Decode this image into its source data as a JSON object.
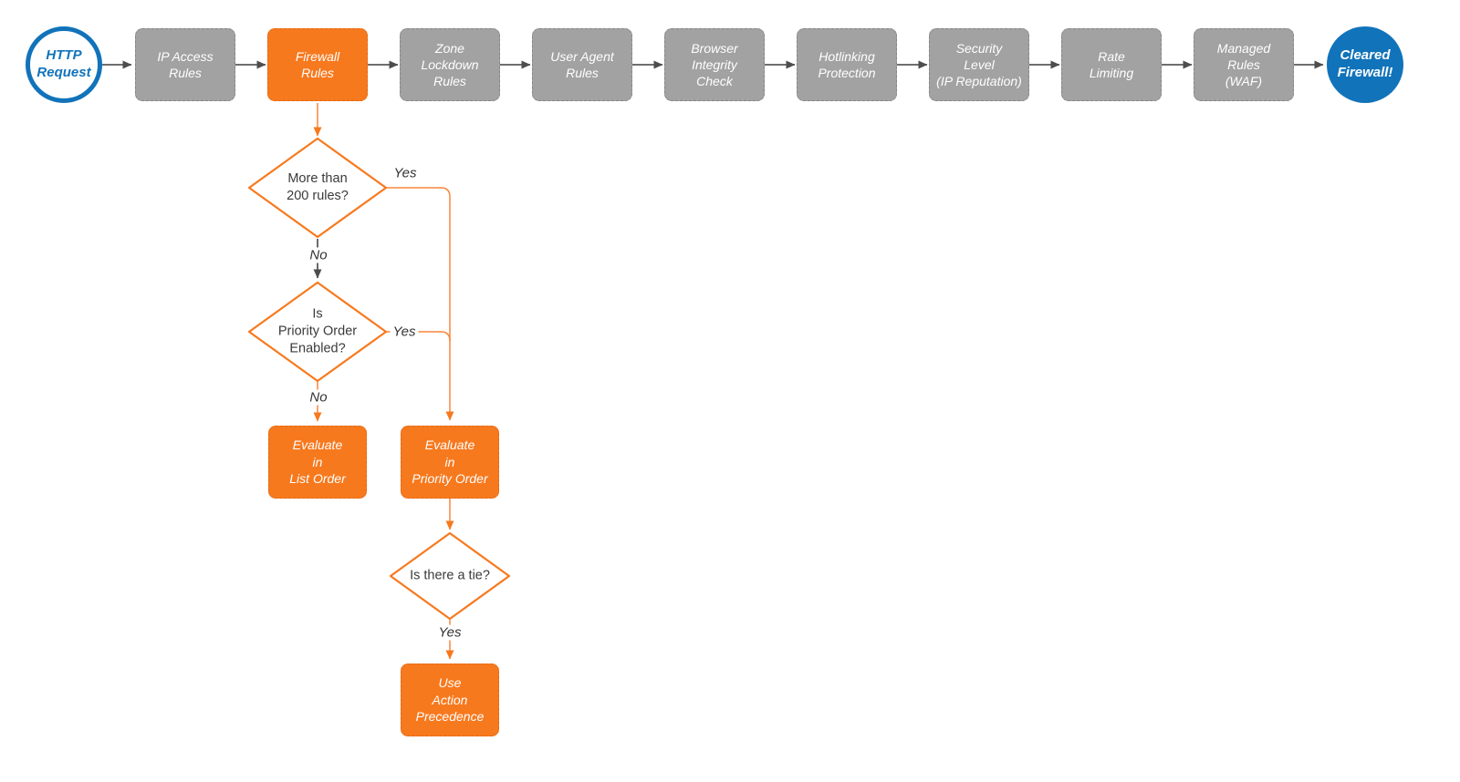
{
  "colors": {
    "orange": "#F7791E",
    "gray": "#A2A2A2",
    "blue": "#1173BA",
    "line_gray": "#5A5A5A",
    "label_text": "#333333"
  },
  "flow": {
    "start_label": "HTTP\nRequest",
    "end_label": "Cleared\nFirewall!",
    "pipeline": [
      {
        "label": "IP Access\nRules",
        "variant": "gray"
      },
      {
        "label": "Firewall\nRules",
        "variant": "orange"
      },
      {
        "label": "Zone\nLockdown\nRules",
        "variant": "gray"
      },
      {
        "label": "User Agent\nRules",
        "variant": "gray"
      },
      {
        "label": "Browser\nIntegrity\nCheck",
        "variant": "gray"
      },
      {
        "label": "Hotlinking\nProtection",
        "variant": "gray"
      },
      {
        "label": "Security\nLevel\n(IP Reputation)",
        "variant": "gray"
      },
      {
        "label": "Rate\nLimiting",
        "variant": "gray"
      },
      {
        "label": "Managed\nRules\n(WAF)",
        "variant": "gray"
      }
    ],
    "decisions": [
      {
        "label": "More than\n200 rules?"
      },
      {
        "label": "Is\nPriority Order\nEnabled?"
      },
      {
        "label": "Is there a tie?"
      }
    ],
    "actions": [
      {
        "label": "Evaluate\nin\nList Order"
      },
      {
        "label": "Evaluate\nin\nPriority Order"
      },
      {
        "label": "Use\nAction\nPrecedence"
      }
    ],
    "edge_labels": {
      "yes1": "Yes",
      "no1": "No",
      "yes2": "Yes",
      "no2": "No",
      "yes3": "Yes"
    }
  }
}
